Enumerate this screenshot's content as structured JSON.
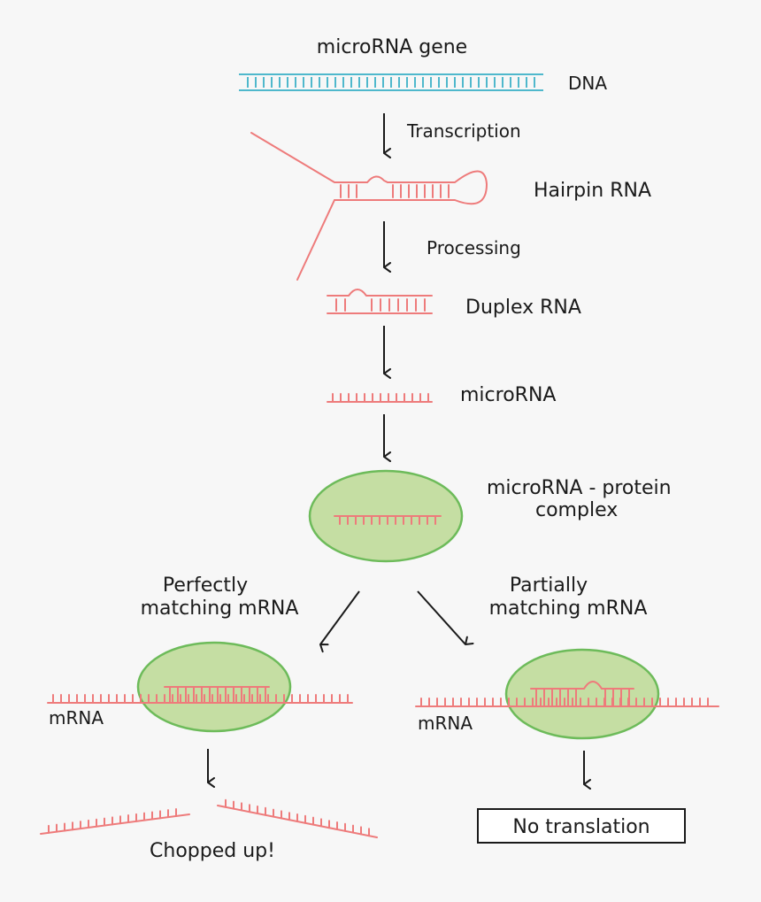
{
  "colors": {
    "dna": "#4fb8cc",
    "rna": "#ee7b7b",
    "complex_fill": "#c5dea3",
    "complex_stroke": "#6dbb5a",
    "ink": "#1a1a1a",
    "background": "#f7f7f7"
  },
  "labels": {
    "gene_title": "microRNA gene",
    "dna": "DNA",
    "transcription": "Transcription",
    "hairpin": "Hairpin RNA",
    "processing": "Processing",
    "duplex": "Duplex RNA",
    "microrna": "microRNA",
    "complex_line1": "microRNA - protein",
    "complex_line2": "complex",
    "perfect_line1": "Perfectly",
    "perfect_line2": "matching mRNA",
    "partial_line1": "Partially",
    "partial_line2": "matching mRNA",
    "mrna_left": "mRNA",
    "mrna_right": "mRNA",
    "chopped": "Chopped up!",
    "no_translation": "No translation"
  }
}
